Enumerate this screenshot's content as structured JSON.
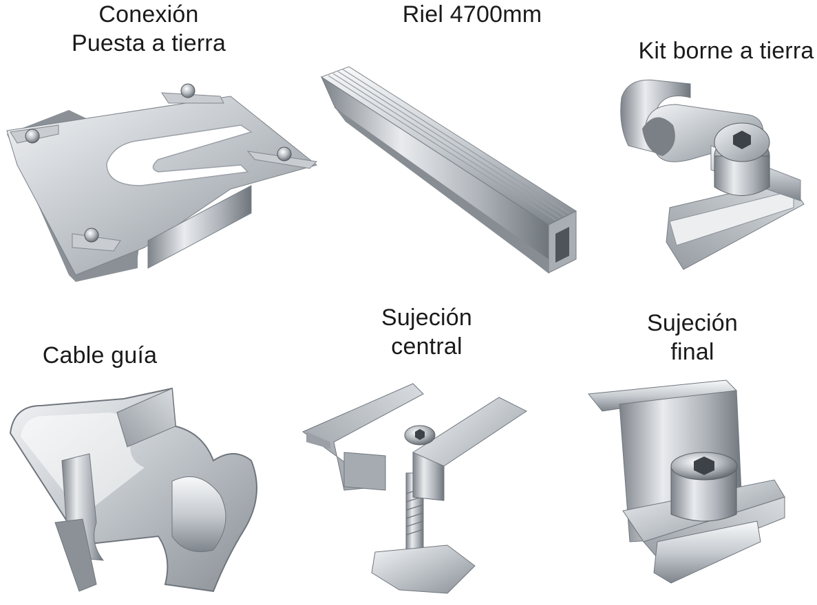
{
  "products": [
    {
      "lines": [
        "Conexión",
        "Puesta a tierra"
      ],
      "icon": "grounding-plate-icon"
    },
    {
      "lines": [
        "Riel 4700mm"
      ],
      "icon": "mounting-rail-icon"
    },
    {
      "lines": [
        "Kit borne a tierra"
      ],
      "icon": "grounding-clamp-icon"
    },
    {
      "lines": [
        "Cable guía"
      ],
      "icon": "cable-clip-icon"
    },
    {
      "lines": [
        "Sujeción",
        "central"
      ],
      "icon": "mid-clamp-icon"
    },
    {
      "lines": [
        "Sujeción",
        "final"
      ],
      "icon": "end-clamp-icon"
    }
  ],
  "colors": {
    "background": "#ffffff",
    "text": "#1a1a1a",
    "metal_light": "#eef0f2",
    "metal_mid": "#b9bec4",
    "metal_dark": "#6e747b"
  }
}
